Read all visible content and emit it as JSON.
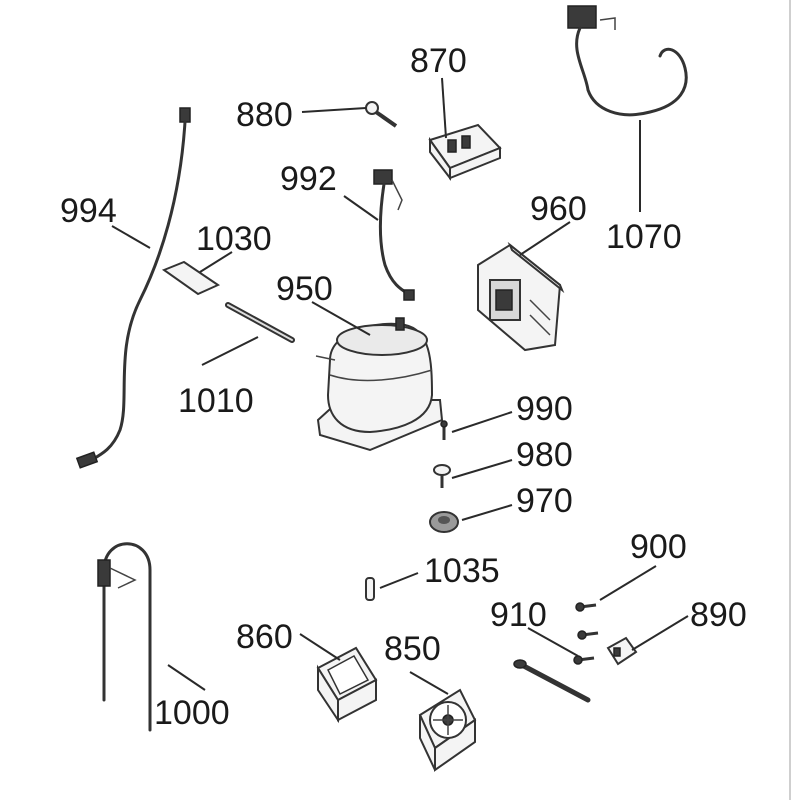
{
  "labels": {
    "p870": "870",
    "p880": "880",
    "p1070": "1070",
    "p992": "992",
    "p994": "994",
    "p960": "960",
    "p1030": "1030",
    "p950": "950",
    "p1010": "1010",
    "p990": "990",
    "p980": "980",
    "p970": "970",
    "p1035": "1035",
    "p900": "900",
    "p910": "910",
    "p890": "890",
    "p860": "860",
    "p850": "850",
    "p1000": "1000"
  }
}
